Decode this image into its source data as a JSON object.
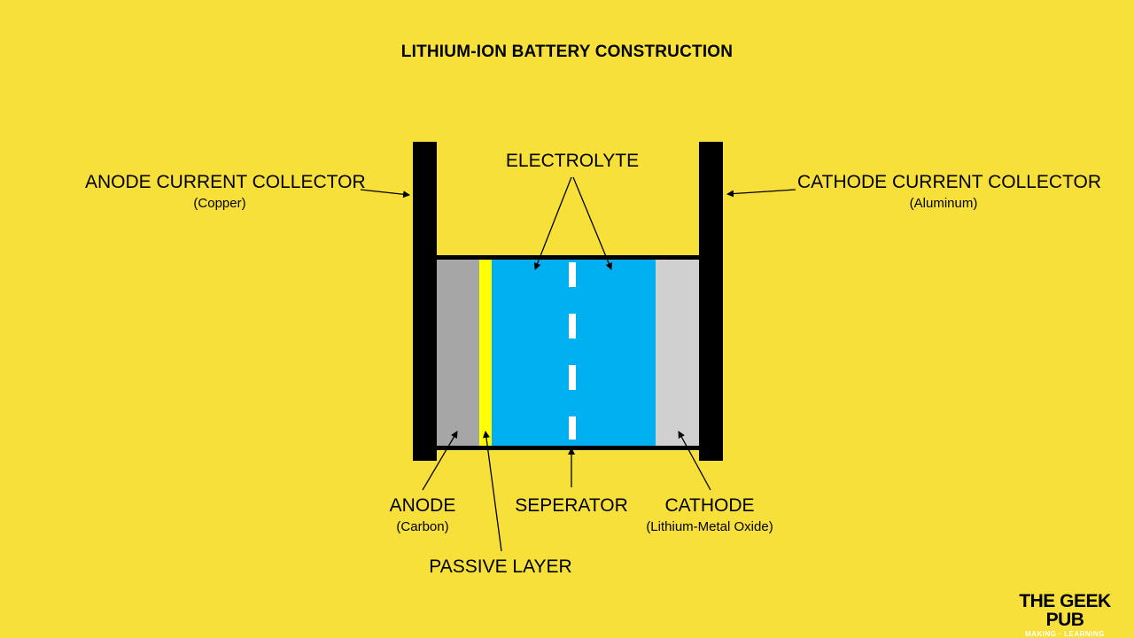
{
  "title": "LITHIUM-ION BATTERY CONSTRUCTION",
  "labels": {
    "anode_collector": {
      "main": "ANODE CURRENT COLLECTOR",
      "sub": "(Copper)"
    },
    "cathode_collector": {
      "main": "CATHODE CURRENT COLLECTOR",
      "sub": "(Aluminum)"
    },
    "electrolyte": {
      "main": "ELECTROLYTE"
    },
    "anode": {
      "main": "ANODE",
      "sub": "(Carbon)"
    },
    "separator": {
      "main": "SEPERATOR"
    },
    "cathode": {
      "main": "CATHODE",
      "sub": "(Lithium-Metal Oxide)"
    },
    "passive_layer": {
      "main": "PASSIVE LAYER"
    }
  },
  "logo": {
    "line1": "THE GEEK PUB",
    "line2": "MAKING · LEARNING"
  },
  "colors": {
    "background": "#f7e03a",
    "collector": "#000000",
    "anode": "#a6a6a6",
    "passive_layer": "#ffff00",
    "electrolyte": "#00b0f0",
    "cathode": "#d0d0d0",
    "separator_dash": "#ffffff"
  }
}
